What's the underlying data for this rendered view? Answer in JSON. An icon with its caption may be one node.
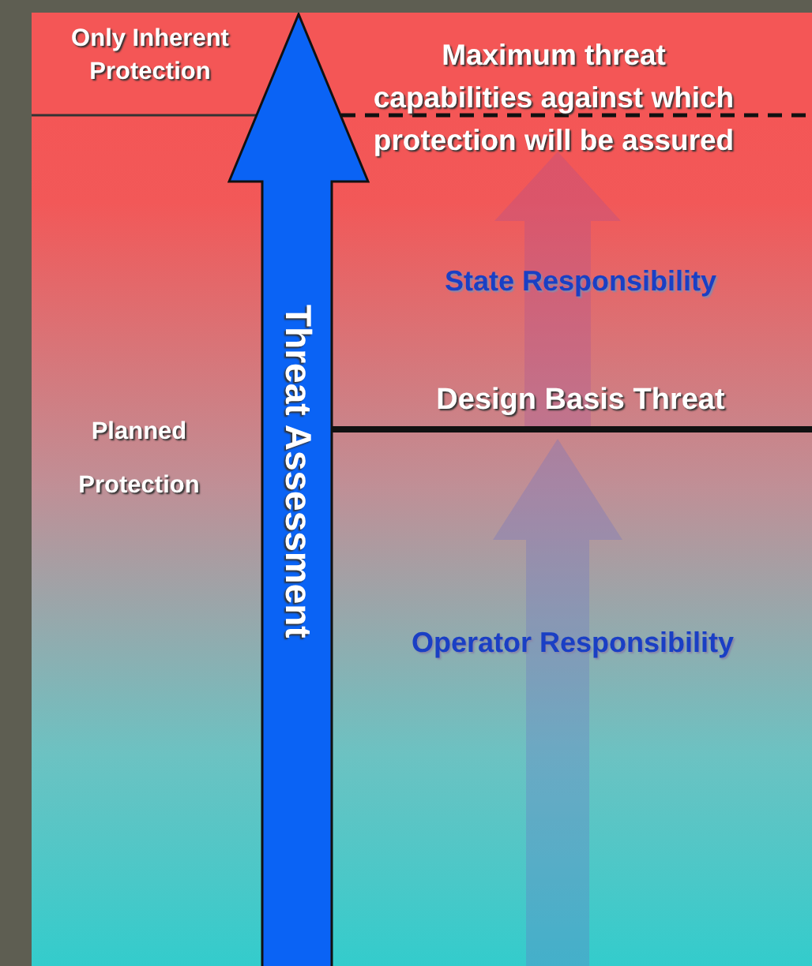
{
  "diagram": {
    "nodes": [
      {
        "text": [
          "Threat Assessment"
        ]
      }
    ],
    "labels": [
      "Only Inherent Protection",
      "Maximum threat capabilities against which protection will be assured",
      "State Responsibility",
      "Design Basis Threat",
      "Planned Protection",
      "Operator Responsibility"
    ]
  }
}
